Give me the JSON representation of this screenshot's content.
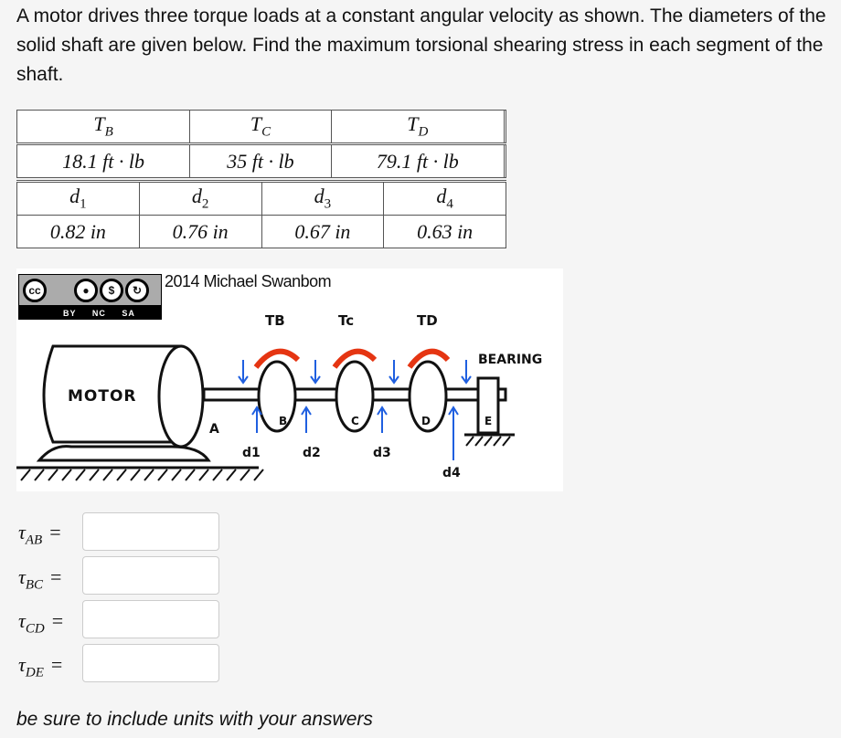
{
  "question": "A motor drives three torque loads at a constant angular velocity as shown. The diameters of the solid shaft are given below. Find the maximum torsional shearing stress in each segment of the shaft.",
  "torque_table": {
    "headers": [
      {
        "sym": "T",
        "sub": "B"
      },
      {
        "sym": "T",
        "sub": "C"
      },
      {
        "sym": "T",
        "sub": "D"
      },
      {
        "sym": "",
        "sub": ""
      }
    ],
    "values": [
      "18.1 ft · lb",
      "35 ft · lb",
      "79.1 ft · lb",
      ""
    ]
  },
  "diameter_table": {
    "headers": [
      {
        "sym": "d",
        "sub": "1"
      },
      {
        "sym": "d",
        "sub": "2"
      },
      {
        "sym": "d",
        "sub": "3"
      },
      {
        "sym": "d",
        "sub": "4"
      }
    ],
    "values": [
      "0.82 in",
      "0.76 in",
      "0.67 in",
      "0.63 in"
    ]
  },
  "figure": {
    "copyright": "2014 Michael Swanbom",
    "cc_label": "cc",
    "cc_parts": "BY NC SA",
    "motor_label": "MOTOR",
    "bearing_label": "BEARING",
    "point_labels": [
      "A",
      "B",
      "C",
      "D",
      "E"
    ],
    "torque_labels": [
      "TB",
      "Tc",
      "TD"
    ],
    "diameter_labels": [
      "d1",
      "d2",
      "d3",
      "d4"
    ],
    "colors": {
      "torque_arrow": "#e53512",
      "force_arrow": "#1f5fe0",
      "line": "#111111"
    }
  },
  "answers": [
    {
      "sym": "τ",
      "sub": "AB",
      "value": ""
    },
    {
      "sym": "τ",
      "sub": "BC",
      "value": ""
    },
    {
      "sym": "τ",
      "sub": "CD",
      "value": ""
    },
    {
      "sym": "τ",
      "sub": "DE",
      "value": ""
    }
  ],
  "equals": "=",
  "note": "be sure to include units with your answers"
}
